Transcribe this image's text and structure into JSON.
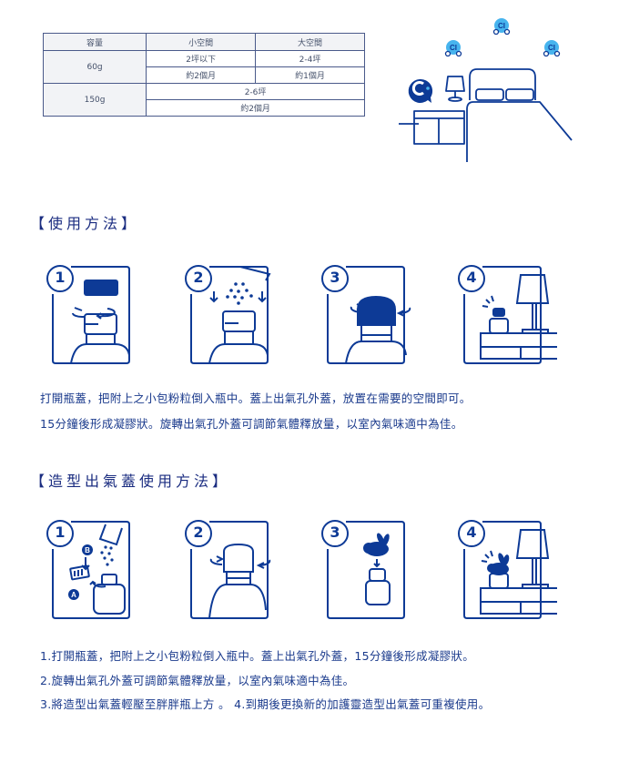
{
  "capacity_table": {
    "headers": [
      "容量",
      "小空間",
      "大空間"
    ],
    "rows": [
      {
        "size": "60g",
        "small_area": "2坪以下",
        "large_area": "2-4坪",
        "small_duration": "約2個月",
        "large_duration": "約1個月"
      },
      {
        "size": "150g",
        "area": "2-6坪",
        "duration": "約2個月"
      }
    ]
  },
  "bedroom_illustration": {
    "molecule_label": "CI",
    "product_icon": "c-logo-icon"
  },
  "usage": {
    "title": "【使用方法】",
    "steps": [
      {
        "number": "1",
        "icon": "open-cap-icon"
      },
      {
        "number": "2",
        "icon": "pour-granules-icon"
      },
      {
        "number": "3",
        "icon": "twist-cap-icon"
      },
      {
        "number": "4",
        "icon": "place-on-table-icon"
      }
    ],
    "description": [
      "打開瓶蓋，把附上之小包粉粒倒入瓶中。蓋上出氣孔外蓋，放置在需要的空間即可。",
      "15分鐘後形成凝膠狀。旋轉出氣孔外蓋可調節氣體釋放量，以室內氣味適中為佳。"
    ]
  },
  "shaped_cap_usage": {
    "title": "【造型出氣蓋使用方法】",
    "steps": [
      {
        "number": "1",
        "icon": "open-and-pour-icon",
        "label_a": "A",
        "label_b": "B"
      },
      {
        "number": "2",
        "icon": "twist-cap-icon"
      },
      {
        "number": "3",
        "icon": "attach-rabbit-cap-icon"
      },
      {
        "number": "4",
        "icon": "place-on-table-icon"
      }
    ],
    "description": [
      "1.打開瓶蓋，把附上之小包粉粒倒入瓶中。蓋上出氣孔外蓋，15分鐘後形成凝膠狀。",
      "2.旋轉出氣孔外蓋可調節氣體釋放量，以室內氣味適中為佳。",
      "3.將造型出氣蓋輕壓至胖胖瓶上方 。 4.到期後更換新的加護靈造型出氣蓋可重複使用。"
    ]
  },
  "colors": {
    "primary": "#0d3a96",
    "light_blue": "#47b4ee",
    "text": "#1a3a8c"
  }
}
